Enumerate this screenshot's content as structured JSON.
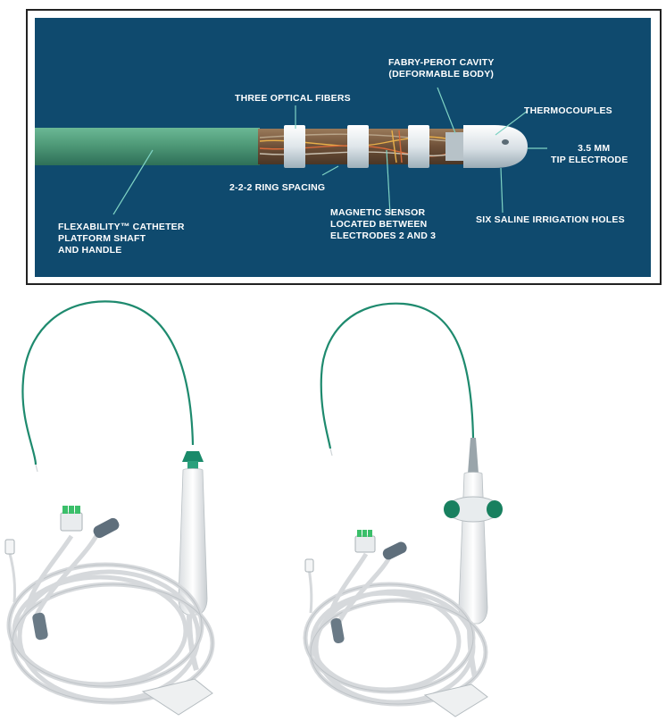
{
  "diagram": {
    "labels": {
      "fabry_perot_line1": "FABRY-PEROT CAVITY",
      "fabry_perot_line2": "(DEFORMABLE BODY)",
      "optical_fibers": "THREE OPTICAL FIBERS",
      "thermocouples": "THERMOCOUPLES",
      "tip_line1": "3.5 MM",
      "tip_line2": "TIP ELECTRODE",
      "ring_spacing": "2-2-2 RING SPACING",
      "flex_line1": "FLEXABILITY™ CATHETER",
      "flex_line2": "PLATFORM SHAFT",
      "flex_line3": "AND HANDLE",
      "magnetic_line1": "MAGNETIC SENSOR",
      "magnetic_line2": "LOCATED BETWEEN",
      "magnetic_line3": "ELECTRODES 2 AND 3",
      "saline_holes": "SIX SALINE IRRIGATION HOLES"
    },
    "colors": {
      "panel_bg": "#0f4a6e",
      "shaft": "#4f9a78",
      "electrode": "#e6ecef",
      "leader_line": "#7fd3c4",
      "label_text": "#ffffff"
    }
  },
  "photos": {
    "colors": {
      "catheter_wire": "#1e8a6e",
      "cable": "#d6d9dc",
      "connector_green": "#3bbf6a",
      "connector_grey": "#5f6f7c",
      "handle": "#f2f3f4",
      "knob": "#18805f"
    }
  }
}
